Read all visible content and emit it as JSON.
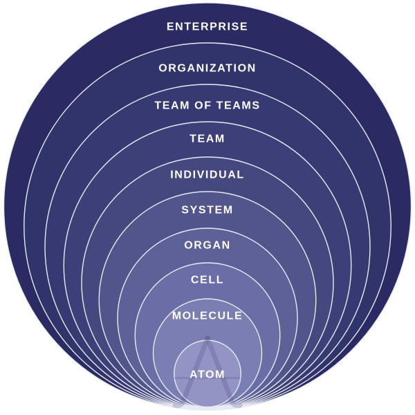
{
  "diagram": {
    "description": "Nested scales diagram from enterprise to atom",
    "stroke_color": "#e9ebf4",
    "label_color": "#ffffff",
    "watermark_icon": "letter-a-compass-watermark",
    "rings": [
      {
        "label": "ENTERPRISE",
        "color": "#2a2b63"
      },
      {
        "label": "ORGANIZATION",
        "color": "#31336b"
      },
      {
        "label": "TEAM OF TEAMS",
        "color": "#373972"
      },
      {
        "label": "TEAM",
        "color": "#3d3f78"
      },
      {
        "label": "INDIVIDUAL",
        "color": "#45487f"
      },
      {
        "label": "SYSTEM",
        "color": "#52558b"
      },
      {
        "label": "ORGAN",
        "color": "#5e6198"
      },
      {
        "label": "CELL",
        "color": "#6b6ea6"
      },
      {
        "label": "MOLECULE",
        "color": "#7b7eb2"
      },
      {
        "label": "ATOM",
        "color": "#9295c4"
      }
    ]
  }
}
